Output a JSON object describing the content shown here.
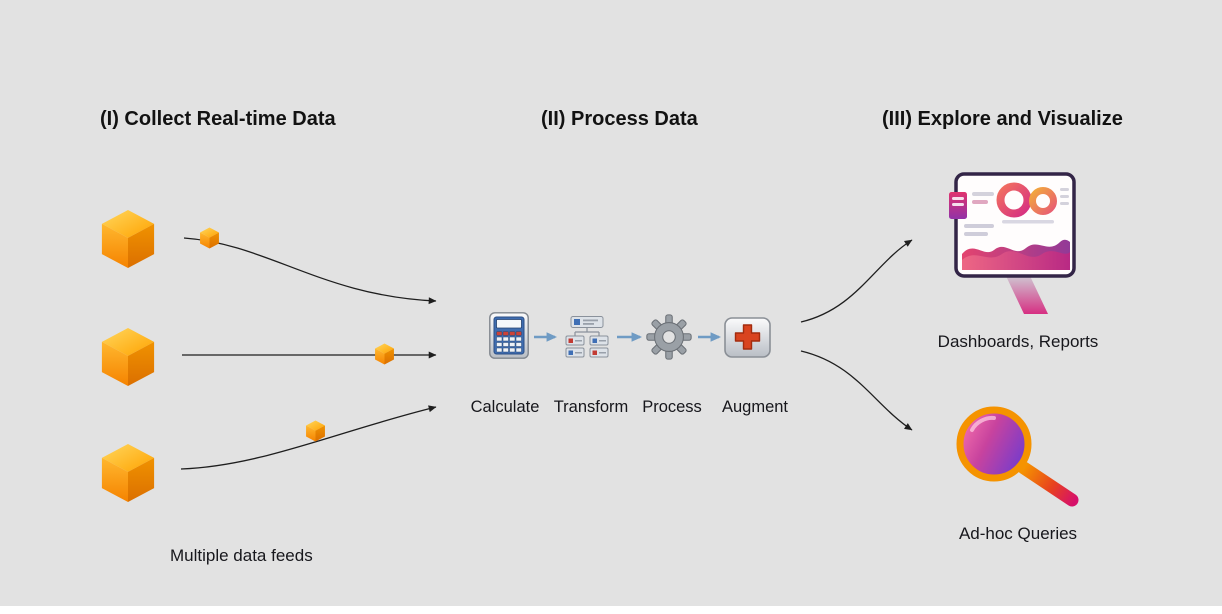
{
  "diagram": {
    "sections": {
      "collect": {
        "heading": "(I) Collect Real-time Data",
        "caption": "Multiple data feeds",
        "feed_count": 3,
        "source_icon": "cube-icon"
      },
      "process": {
        "heading": "(II) Process Data",
        "steps": [
          {
            "label": "Calculate",
            "icon": "calculator-icon"
          },
          {
            "label": "Transform",
            "icon": "transform-icon"
          },
          {
            "label": "Process",
            "icon": "gear-icon"
          },
          {
            "label": "Augment",
            "icon": "augment-plus-icon"
          }
        ]
      },
      "explore": {
        "heading": "(III) Explore and Visualize",
        "outputs": [
          {
            "label": "Dashboards, Reports",
            "icon": "dashboard-monitor-icon"
          },
          {
            "label": "Ad-hoc Queries",
            "icon": "magnifier-icon"
          }
        ]
      }
    },
    "colors": {
      "background": "#e2e2e2",
      "cube_orange": "#f79400",
      "flow_arrow_black": "#1e1e1e",
      "process_arrow_blue": "#6f9bc4",
      "augment_plus_red": "#d9441f",
      "viz_magenta": "#d62f82",
      "viz_purple": "#8b3fd6",
      "magnifier_ring_orange": "#f59300"
    }
  }
}
